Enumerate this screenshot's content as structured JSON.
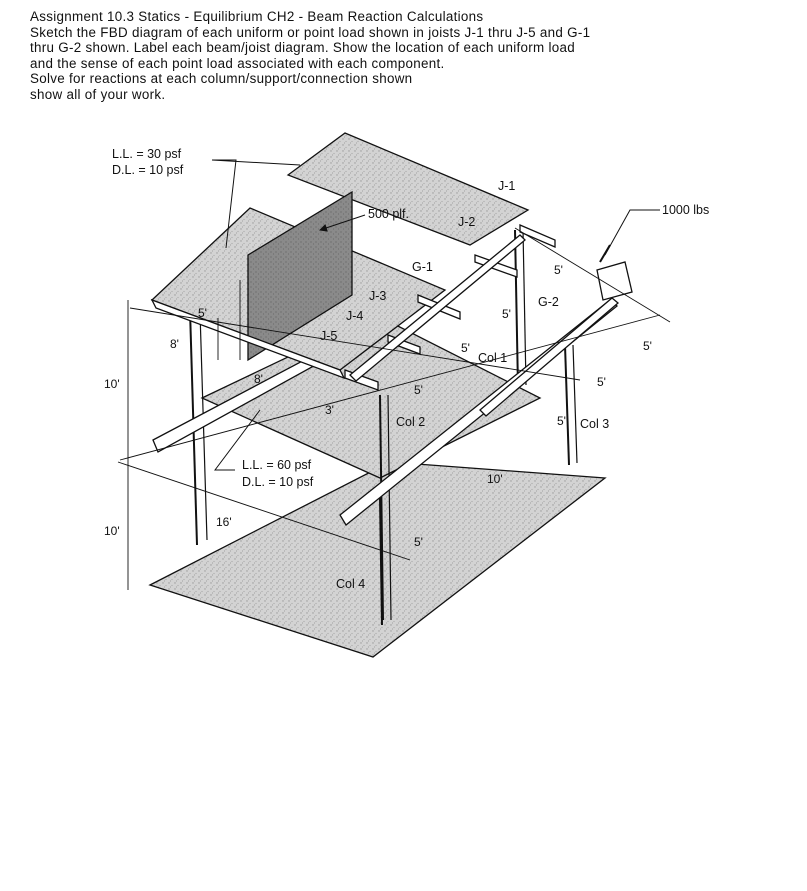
{
  "header": {
    "line1": "Assignment 10.3 Statics - Equilibrium CH2 - Beam Reaction Calculations",
    "line2": "Sketch the FBD diagram of each uniform or point load shown in joists J-1 thru J-5 and G-1",
    "line3": "thru G-2 shown.    Label each beam/joist diagram. Show the location of each uniform load",
    "line4": "and the sense of each point load associated with each component.",
    "line5": "Solve for reactions at each column/support/connection shown",
    "line6": "show all of your work."
  },
  "labels": {
    "upper_ll": "L.L. = 30 psf",
    "upper_dl": "D.L. = 10 psf",
    "lower_ll": "L.L. = 60 psf",
    "lower_dl": "D.L. = 10 psf",
    "wall_load": "500 plf.",
    "point_load": "1000 lbs",
    "j1": "J-1",
    "j2": "J-2",
    "j3": "J-3",
    "j4": "J-4",
    "j5": "J-5",
    "g1": "G-1",
    "g2": "G-2",
    "col1": "Col 1",
    "col2": "Col 2",
    "col3": "Col 3",
    "col4": "Col 4"
  },
  "dimensions": {
    "d_5_wall": "5'",
    "d_8_left": "8'",
    "d_8_mid": "8'",
    "d_3": "3'",
    "d_5_a": "5'",
    "d_5_b": "5'",
    "d_5_c": "5'",
    "d_5_d": "5'",
    "d_5_e": "5'",
    "d_5_f": "5'",
    "d_5_g": "5'",
    "d_5_h": "5'",
    "d_10_upper": "10'",
    "d_10_lower": "10'",
    "d_10_floor": "10'",
    "d_16": "16'"
  },
  "colors": {
    "ink": "#111111",
    "slab": "#cfcfcf",
    "wall": "#8d8d8d"
  }
}
